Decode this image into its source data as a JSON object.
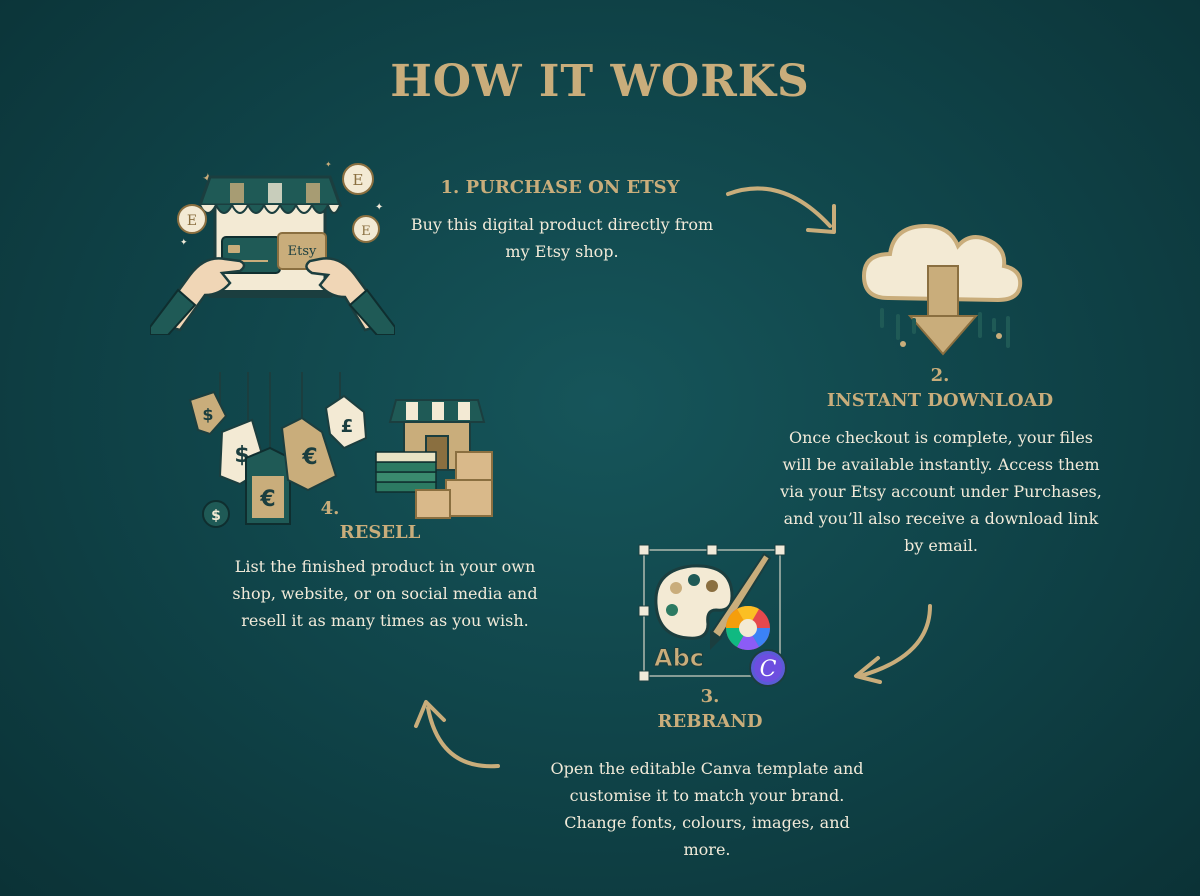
{
  "title": "HOW IT WORKS",
  "colors": {
    "background": "#0f4247",
    "accent": "#c9ad7b",
    "text": "#f1ead9"
  },
  "steps": [
    {
      "number": "1.",
      "heading": "PURCHASE ON ETSY",
      "body": "Buy this digital product directly from my Etsy shop.",
      "icon": "shop-payment-icon",
      "card_label": "Etsy",
      "coin_label": "E"
    },
    {
      "number": "2.",
      "heading": "INSTANT DOWNLOAD",
      "body": "Once checkout is complete, your files will be available instantly. Access them via your Etsy account under Purchases, and you’ll also receive a download link by email.",
      "icon": "cloud-download-icon"
    },
    {
      "number": "3.",
      "heading": "REBRAND",
      "body": "Open the editable Canva template and customise it to match your brand. Change fonts, colours, images, and more.",
      "icon": "design-palette-icon",
      "sample_text": "Abc",
      "badge_letter": "C"
    },
    {
      "number": "4.",
      "heading": "RESELL",
      "body": "List the finished product in your own shop, website, or on social media and resell it as many times as you wish.",
      "icon": "price-tags-icon",
      "tag_symbols": [
        "$",
        "$",
        "€",
        "€",
        "£",
        "$"
      ]
    }
  ]
}
